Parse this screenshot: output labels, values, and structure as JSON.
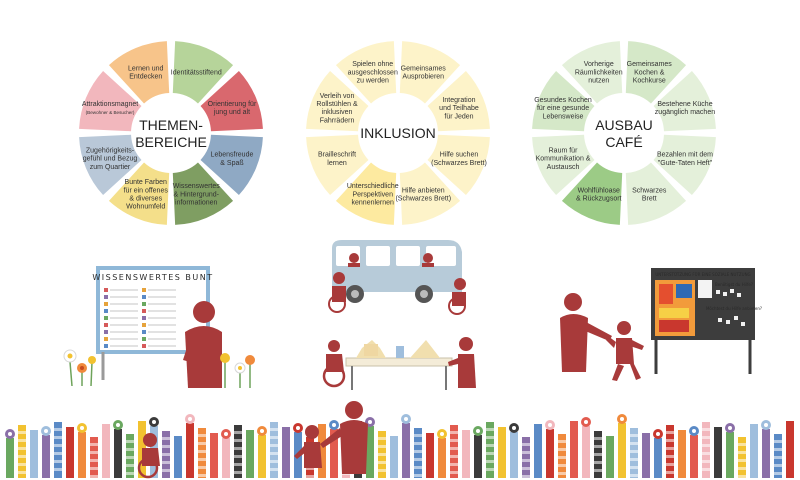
{
  "wheels": [
    {
      "id": "themen",
      "center_lines": [
        "THEMEN-",
        "BEREICHE"
      ],
      "segments": [
        {
          "lines": [
            "Identitätsstiftend"
          ],
          "color": "#b6d49a"
        },
        {
          "lines": [
            "Orientierung für",
            "jung und alt"
          ],
          "color": "#d9686e"
        },
        {
          "lines": [
            "Lebensfreude",
            "& Spaß"
          ],
          "color": "#8fa9c4"
        },
        {
          "lines": [
            "Wissenswertes",
            "& Hintergrund-",
            "informationen"
          ],
          "color": "#7f9e62"
        },
        {
          "lines": [
            "Bunte Farben",
            "für ein offenes",
            "& diverses",
            "Wohnumfeld"
          ],
          "color": "#f4df8a"
        },
        {
          "lines": [
            "Zugehörigkeits-",
            "gefühl und Bezug",
            "zum Quartier"
          ],
          "color": "#b9c8d8"
        },
        {
          "lines": [
            "Attraktionsmagnet"
          ],
          "small": "(Bewohner & Besucher)",
          "color": "#f2b7bd"
        },
        {
          "lines": [
            "Lernen und",
            "Entdecken"
          ],
          "color": "#f7c48a"
        }
      ]
    },
    {
      "id": "inklusion",
      "center_lines": [
        "INKLUSION"
      ],
      "segments": [
        {
          "lines": [
            "Gemeinsames",
            "Ausprobieren"
          ],
          "color": "#fdf3c9"
        },
        {
          "lines": [
            "Integration",
            "und Teilhabe",
            "für Jeden"
          ],
          "color": "#fdf3c9"
        },
        {
          "lines": [
            "Hilfe suchen",
            "(Schwarzes Brett)"
          ],
          "color": "#fdf3c9"
        },
        {
          "lines": [
            "Hilfe anbieten",
            "(Schwarzes Brett)"
          ],
          "color": "#fdf3c9"
        },
        {
          "lines": [
            "Unterschiedliche",
            "Perspektiven",
            "kennenlernen"
          ],
          "color": "#fdeaa0"
        },
        {
          "lines": [
            "Brailleschrift",
            "lernen"
          ],
          "color": "#fdf3c9"
        },
        {
          "lines": [
            "Verleih von",
            "Rollstühlen &",
            "inklusiven",
            "Fahrrädern"
          ],
          "color": "#fdf3c9"
        },
        {
          "lines": [
            "Spielen ohne",
            "ausgeschlossen",
            "zu werden"
          ],
          "color": "#fdf3c9"
        }
      ]
    },
    {
      "id": "cafe",
      "center_lines": [
        "AUSBAU",
        "CAFÉ"
      ],
      "segments": [
        {
          "lines": [
            "Gemeinsames",
            "Kochen &",
            "Kochkurse"
          ],
          "color": "#d5e8c8"
        },
        {
          "lines": [
            "Bestehene Küche",
            "zugänglich machen"
          ],
          "color": "#e4f0da"
        },
        {
          "lines": [
            "Bezahlen mit dem",
            "\"Gute-Taten Heft\""
          ],
          "color": "#e4f0da"
        },
        {
          "lines": [
            "Schwarzes",
            "Brett"
          ],
          "color": "#e4f0da"
        },
        {
          "lines": [
            "Wohlfühloase",
            "& Rückzugsort"
          ],
          "color": "#9ccb86"
        },
        {
          "lines": [
            "Raum für",
            "Kommunikation &",
            "Austausch"
          ],
          "color": "#e4f0da"
        },
        {
          "lines": [
            "Gesundes Kochen",
            "für eine gesunde",
            "Lebensweise"
          ],
          "color": "#d5e8c8"
        },
        {
          "lines": [
            "Vorherige",
            "Räumlichkeiten",
            "nutzen"
          ],
          "color": "#e4f0da"
        }
      ]
    }
  ],
  "board_title": "WISSENSWERTES BUNT",
  "noticeboard": {
    "title": "UNTERSTÜTZUNG FÜR EINE SOZIALE NUTZUNG",
    "q1": "Benötigst du Hilfe?",
    "q2": "Möchtest du Hilfe anbieten?"
  },
  "colors": {
    "figure": "#a83a3a",
    "van": "#b7cbd9"
  }
}
